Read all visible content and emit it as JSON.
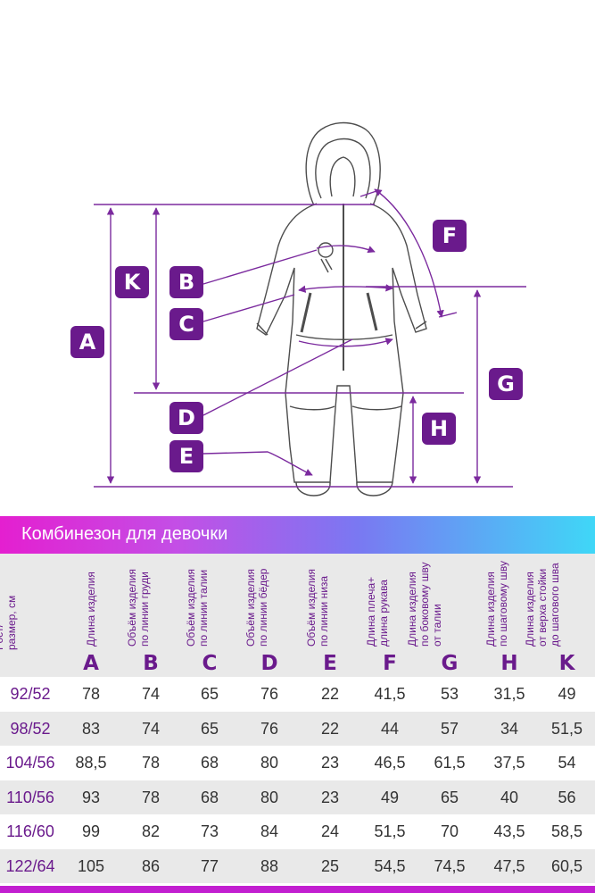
{
  "diagram": {
    "labels": {
      "A": "A",
      "B": "B",
      "C": "C",
      "D": "D",
      "E": "E",
      "F": "F",
      "G": "G",
      "H": "H",
      "K": "K"
    },
    "colors": {
      "accent": "#6a1a8c",
      "line": "#7b2a9e",
      "garment": "#4d4d4d"
    }
  },
  "table": {
    "title": "Комбинезон для девочки",
    "header_first": "Рост/\nразмер, см",
    "columns": [
      {
        "text": "Длина изделия",
        "letter": "A"
      },
      {
        "text": "Объём изделия\nпо линии груди",
        "letter": "B"
      },
      {
        "text": "Объём изделия\nпо линии талии",
        "letter": "C"
      },
      {
        "text": "Объём изделия\nпо линии бёдер",
        "letter": "D"
      },
      {
        "text": "Объём изделия\nпо линии низа",
        "letter": "E"
      },
      {
        "text": "Длина плеча+\nдлина рукава",
        "letter": "F"
      },
      {
        "text": "Длина изделия\nпо боковому шву\nот талии",
        "letter": "G"
      },
      {
        "text": "Длина изделия\nпо шаговому шву",
        "letter": "H"
      },
      {
        "text": "Длина изделия\nот верха стойки\nдо шагового шва",
        "letter": "K"
      }
    ],
    "rows": [
      {
        "size": "92/52",
        "values": [
          "78",
          "74",
          "65",
          "76",
          "22",
          "41,5",
          "53",
          "31,5",
          "49"
        ]
      },
      {
        "size": "98/52",
        "values": [
          "83",
          "74",
          "65",
          "76",
          "22",
          "44",
          "57",
          "34",
          "51,5"
        ]
      },
      {
        "size": "104/56",
        "values": [
          "88,5",
          "78",
          "68",
          "80",
          "23",
          "46,5",
          "61,5",
          "37,5",
          "54"
        ]
      },
      {
        "size": "110/56",
        "values": [
          "93",
          "78",
          "68",
          "80",
          "23",
          "49",
          "65",
          "40",
          "56"
        ]
      },
      {
        "size": "116/60",
        "values": [
          "99",
          "82",
          "73",
          "84",
          "24",
          "51,5",
          "70",
          "43,5",
          "58,5"
        ]
      },
      {
        "size": "122/64",
        "values": [
          "105",
          "86",
          "77",
          "88",
          "25",
          "54,5",
          "74,5",
          "47,5",
          "60,5"
        ]
      }
    ],
    "colors": {
      "header_bg": "#e9e9e9",
      "row_alt": "#e9e9e9",
      "row_white": "#ffffff",
      "size_text": "#6a1a8c",
      "value_text": "#333333"
    }
  }
}
